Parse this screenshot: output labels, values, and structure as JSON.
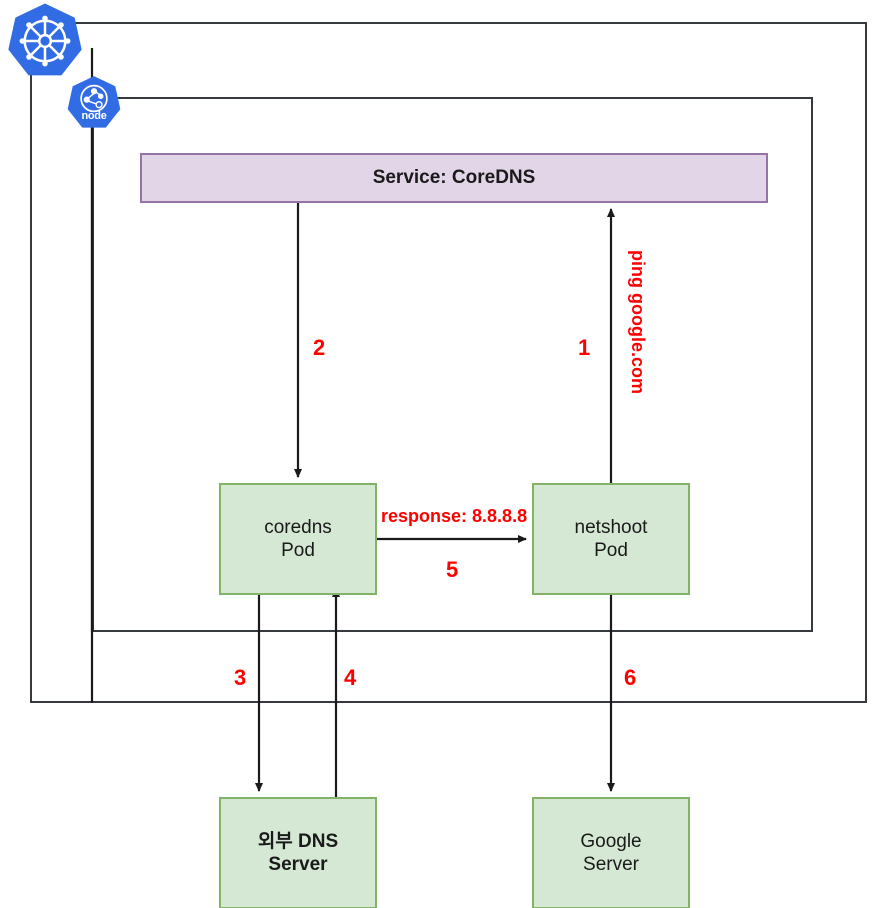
{
  "diagram": {
    "title": "Kubernetes CoreDNS resolution flow",
    "colors": {
      "pod_fill": "#d5e8d4",
      "pod_stroke": "#82b366",
      "service_fill": "#e1d5e7",
      "service_stroke": "#9673a6",
      "container_stroke": "#36393d",
      "label_red": "#ff0000",
      "k8s_blue": "#326ce5"
    }
  },
  "icons": {
    "cluster": {
      "name": "kubernetes-cluster-icon",
      "label": ""
    },
    "node": {
      "name": "kubernetes-node-icon",
      "label": "node"
    }
  },
  "containers": {
    "cluster": {
      "name": "kubernetes-cluster-boundary"
    },
    "node": {
      "name": "kubernetes-node-boundary"
    }
  },
  "nodes": [
    {
      "id": "service-coredns",
      "type": "service",
      "lines": [
        "Service: CoreDNS"
      ]
    },
    {
      "id": "coredns-pod",
      "type": "pod",
      "lines": [
        "coredns",
        "Pod"
      ]
    },
    {
      "id": "netshoot-pod",
      "type": "pod",
      "lines": [
        "netshoot",
        "Pod"
      ]
    },
    {
      "id": "external-dns-server",
      "type": "server",
      "lines": [
        "외부 DNS",
        "Server"
      ]
    },
    {
      "id": "google-server",
      "type": "server",
      "lines": [
        "Google",
        "Server"
      ]
    }
  ],
  "edges": [
    {
      "id": "edge-1",
      "step": "1",
      "text": "ping google.com",
      "from": "netshoot-pod",
      "to": "service-coredns"
    },
    {
      "id": "edge-2",
      "step": "2",
      "text": "",
      "from": "service-coredns",
      "to": "coredns-pod"
    },
    {
      "id": "edge-3",
      "step": "3",
      "text": "",
      "from": "coredns-pod",
      "to": "external-dns-server"
    },
    {
      "id": "edge-4",
      "step": "4",
      "text": "",
      "from": "external-dns-server",
      "to": "coredns-pod"
    },
    {
      "id": "edge-5",
      "step": "5",
      "text": "response: 8.8.8.8",
      "from": "coredns-pod",
      "to": "netshoot-pod"
    },
    {
      "id": "edge-6",
      "step": "6",
      "text": "",
      "from": "netshoot-pod",
      "to": "google-server"
    }
  ]
}
